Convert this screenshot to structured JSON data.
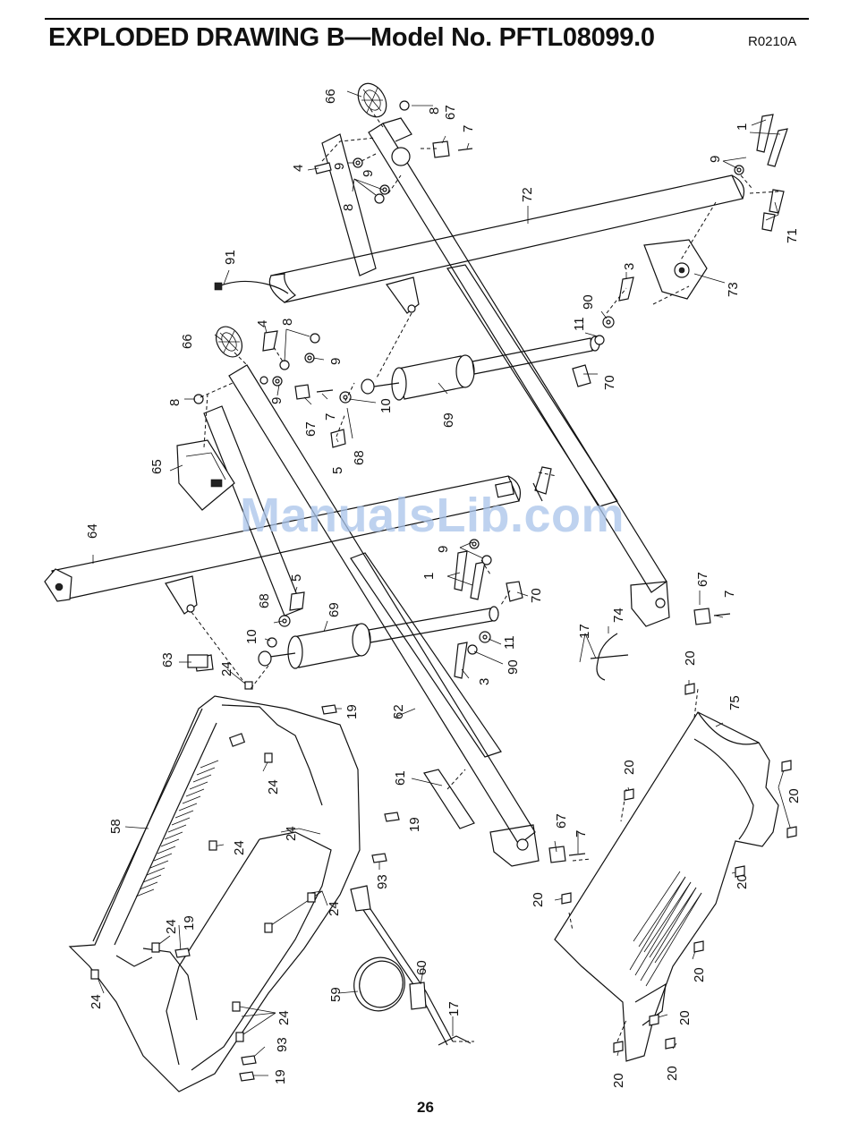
{
  "header": {
    "title": "EXPLODED DRAWING B—Model No. PFTL08099.0",
    "doc_code": "R0210A"
  },
  "footer": {
    "page_number": "26"
  },
  "watermark": "ManualsLib.com",
  "callouts": {
    "c66a": "66",
    "c8a": "8",
    "c67a": "67",
    "c7a": "7",
    "c1a": "1",
    "c9a": "9",
    "c4a": "4",
    "c9b": "9",
    "c9c": "9",
    "c8b": "8",
    "c72": "72",
    "c71": "71",
    "c91": "91",
    "c3a": "3",
    "c73": "73",
    "c90a": "90",
    "c11a": "11",
    "c70a": "70",
    "c66b": "66",
    "c4b": "4",
    "c8c": "8",
    "c9d": "9",
    "c8d": "8",
    "c9e": "9",
    "c67b": "67",
    "c7b": "7",
    "c10a": "10",
    "c69a": "69",
    "c65": "65",
    "c5a": "5",
    "c68a": "68",
    "c64": "64",
    "c9f": "9",
    "c1b": "1",
    "c5b": "5",
    "c68b": "68",
    "c69b": "69",
    "c70b": "70",
    "c10b": "10",
    "c11b": "11",
    "c90b": "90",
    "c3b": "3",
    "c67c": "67",
    "c7c": "7",
    "c74": "74",
    "c17a": "17",
    "c63": "63",
    "c24a": "24",
    "c62": "62",
    "c19a": "19",
    "c20a": "20",
    "c75": "75",
    "c58": "58",
    "c24b": "24",
    "c20b": "20",
    "c61": "61",
    "c20c": "20",
    "c24c": "24",
    "c24d": "24",
    "c19b": "19",
    "c93a": "93",
    "c67d": "67",
    "c7d": "7",
    "c20d": "20",
    "c24e": "24",
    "c20e": "20",
    "c19c": "19",
    "c24f": "24",
    "c60": "60",
    "c59": "59",
    "c24g": "24",
    "c20f": "20",
    "c17b": "17",
    "c20g": "20",
    "c93b": "93",
    "c19d": "19",
    "c20h": "20",
    "c20i": "20"
  }
}
